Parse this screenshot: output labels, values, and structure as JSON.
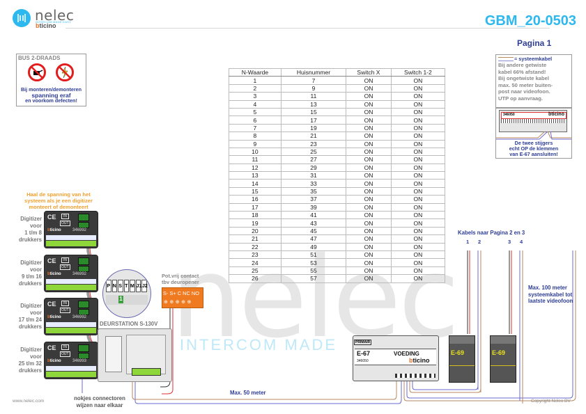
{
  "header": {
    "logo_name": "nelec",
    "logo_tagline": "INTERCOM MADE EASY",
    "logo_brand_b": "b",
    "logo_brand_rest": "ticino",
    "doc_id": "GBM_20-0503",
    "page": "Pagina 1"
  },
  "warning": {
    "title": "BUS 2-DRAADS",
    "line1": "Bij monteren/demonteren",
    "line2": "spanning eraf",
    "line3": "en voorkom defecten!",
    "icons": [
      "no-plug-icon",
      "no-voltage-icon"
    ]
  },
  "info": {
    "legend": "= systeemkabel",
    "lines": [
      "Bij andere getwiste",
      "kabel 66% afstand!",
      "Bij ongetwiste kabel",
      "max. 50 meter buiten-",
      "post naar videofoon.",
      "UTP op aanvraag."
    ],
    "device_code": "346050",
    "device_brand": "bticino",
    "note_lines": [
      "De twee stijgers",
      "echt OP de klemmen",
      "van E-67 aansluiten!"
    ]
  },
  "table": {
    "headers": [
      "N-Waarde",
      "Huisnummer",
      "Switch X",
      "Switch 1-2"
    ],
    "rows": [
      [
        "1",
        "7",
        "ON",
        "ON"
      ],
      [
        "2",
        "9",
        "ON",
        "ON"
      ],
      [
        "3",
        "11",
        "ON",
        "ON"
      ],
      [
        "4",
        "13",
        "ON",
        "ON"
      ],
      [
        "5",
        "15",
        "ON",
        "ON"
      ],
      [
        "6",
        "17",
        "ON",
        "ON"
      ],
      [
        "7",
        "19",
        "ON",
        "ON"
      ],
      [
        "8",
        "21",
        "ON",
        "ON"
      ],
      [
        "9",
        "23",
        "ON",
        "ON"
      ],
      [
        "10",
        "25",
        "ON",
        "ON"
      ],
      [
        "11",
        "27",
        "ON",
        "ON"
      ],
      [
        "12",
        "29",
        "ON",
        "ON"
      ],
      [
        "13",
        "31",
        "ON",
        "ON"
      ],
      [
        "14",
        "33",
        "ON",
        "ON"
      ],
      [
        "15",
        "35",
        "ON",
        "ON"
      ],
      [
        "16",
        "37",
        "ON",
        "ON"
      ],
      [
        "17",
        "39",
        "ON",
        "ON"
      ],
      [
        "18",
        "41",
        "ON",
        "ON"
      ],
      [
        "19",
        "43",
        "ON",
        "ON"
      ],
      [
        "20",
        "45",
        "ON",
        "ON"
      ],
      [
        "21",
        "47",
        "ON",
        "ON"
      ],
      [
        "22",
        "49",
        "ON",
        "ON"
      ],
      [
        "23",
        "51",
        "ON",
        "ON"
      ],
      [
        "24",
        "53",
        "ON",
        "ON"
      ],
      [
        "25",
        "55",
        "ON",
        "ON"
      ],
      [
        "26",
        "57",
        "ON",
        "ON"
      ]
    ]
  },
  "watermark": {
    "word": "nelec",
    "tagline": "INTERCOM MADE"
  },
  "left": {
    "orange_note": [
      "Haal de spanning van het",
      "systeem als je een digitizer",
      "monteert of demonteert"
    ],
    "digitizers": [
      {
        "label": [
          "Digitizer",
          "voor",
          "1 t/m 8",
          "drukkers"
        ],
        "code": "346992"
      },
      {
        "label": [
          "Digitizer",
          "voor",
          "9 t/m 16",
          "drukkers"
        ],
        "code": "346992"
      },
      {
        "label": [
          "Digitizer",
          "voor",
          "17 t/m 24",
          "drukkers"
        ],
        "code": "346992"
      },
      {
        "label": [
          "Digitizer",
          "voor",
          "25 t/m 32",
          "drukkers"
        ],
        "code": "346993"
      }
    ],
    "digitizer_ce": "CE",
    "digitizer_in": "IN",
    "digitizer_out": "OUT",
    "nokjes": [
      "nokjes connectoren",
      "wijzen naar elkaar"
    ]
  },
  "deurstation": {
    "label": "DEURSTATION S-130V",
    "dip_labels": [
      "P",
      "N",
      "S",
      "T",
      "M",
      "J1",
      "J2"
    ],
    "dip_on": "1"
  },
  "potcontact": {
    "label": [
      "Pot.vrij contact",
      "tbv deuropener"
    ],
    "terminals": "S-  S+ C NC NO",
    "screws": "⊕⊕⊕⊕⊕"
  },
  "right": {
    "kabels_label": "Kabels naar Pagina 2 en 3",
    "cable_numbers": [
      "1",
      "2",
      "3",
      "4"
    ],
    "max100": [
      "Max. 100 meter",
      "systeemkabel tot",
      "laatste videofoon"
    ],
    "max50": "Max. 50 meter"
  },
  "e67": {
    "primair": "PRIMAIR",
    "name": "E-67",
    "type": "VOEDING",
    "code": "346050",
    "brand_b": "b",
    "brand_rest": "ticino"
  },
  "e69": [
    {
      "name": "E-69"
    },
    {
      "name": "E-69"
    }
  ],
  "footer": {
    "left": "www.nelec.com",
    "right": "Copyright Nelec BV"
  },
  "colors": {
    "accent": "#2db8ef",
    "navy": "#2e3d95",
    "orange": "#f07a20",
    "warning_red": "#e21d1d",
    "terminal_green": "#8fd63b"
  }
}
